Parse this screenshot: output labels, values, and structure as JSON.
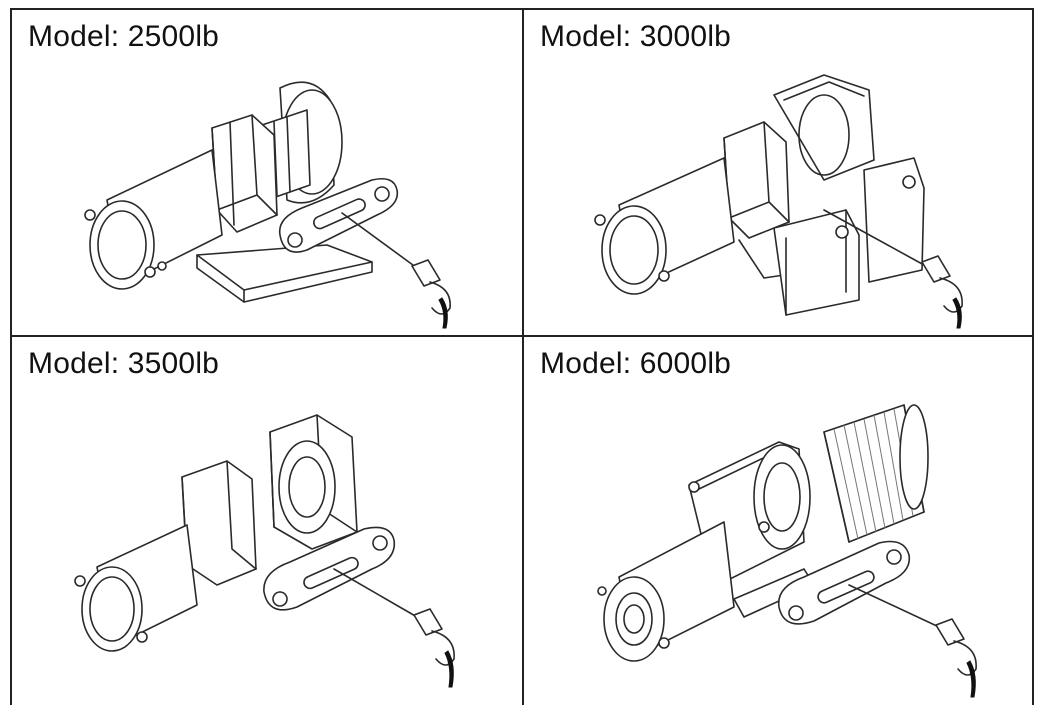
{
  "models": [
    {
      "label": "Model: 2500lb"
    },
    {
      "label": "Model: 3000lb"
    },
    {
      "label": "Model: 3500lb"
    },
    {
      "label": "Model: 6000lb"
    }
  ]
}
